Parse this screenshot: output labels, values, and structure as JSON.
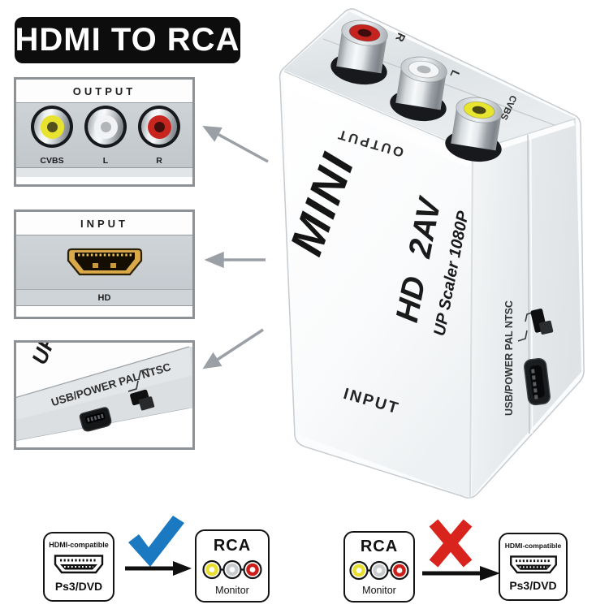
{
  "title": "HDMI TO RCA",
  "colors": {
    "badge_bg": "#0d0d0d",
    "arrow_gray": "#9aa0a5",
    "check_blue": "#1b79c1",
    "x_red": "#d8241c",
    "rca_yellow": "#e7e52f",
    "rca_white": "#f4f5f6",
    "rca_red": "#c5231e"
  },
  "insets": {
    "output": {
      "label": "OUTPUT",
      "jacks": [
        {
          "label": "CVBS",
          "color": "#e8e32f"
        },
        {
          "label": "L",
          "color": "#f2f3f4"
        },
        {
          "label": "R",
          "color": "#c8251f"
        }
      ]
    },
    "input": {
      "label": "INPUT",
      "port_label": "HD"
    },
    "usb": {
      "label": "USB/POWER PAL NTSC",
      "corner_text": "UP"
    }
  },
  "product": {
    "top": {
      "label": "OUTPUT",
      "jacks": [
        {
          "label": "R",
          "color": "#c5231e"
        },
        {
          "label": "L",
          "color": "#f4f5f6"
        },
        {
          "label": "CVBS",
          "color": "#e7e52f"
        }
      ]
    },
    "front": {
      "brand": "MINI",
      "model": "HD 2AV",
      "subtitle": "UP Scaler 1080P",
      "input_label": "INPUT"
    },
    "side": {
      "label": "USB/POWER PAL NTSC"
    }
  },
  "compatibility": {
    "left": {
      "source_title": "HDMI-compatible",
      "source_caption": "Ps3/DVD",
      "result": "compatible",
      "target_title": "RCA",
      "target_caption": "Monitor"
    },
    "right": {
      "source_title": "RCA",
      "source_caption": "Monitor",
      "result": "not-compatible",
      "target_title": "HDMI-compatible",
      "target_caption": "Ps3/DVD"
    }
  }
}
